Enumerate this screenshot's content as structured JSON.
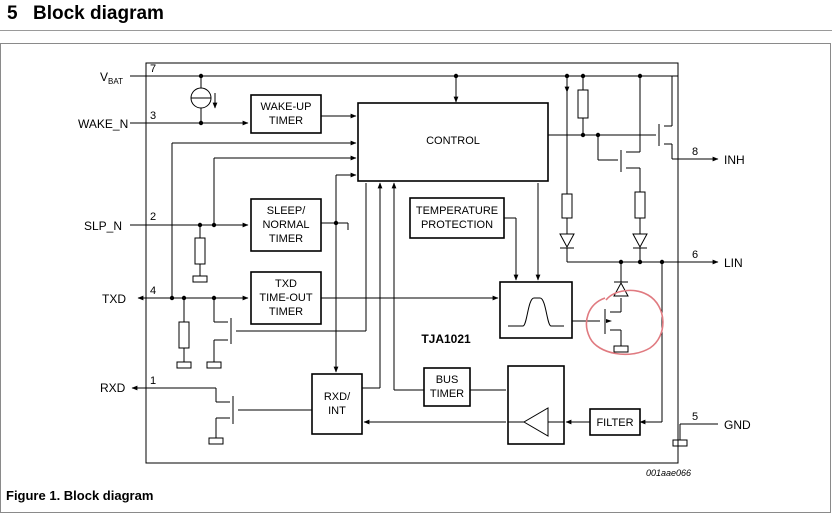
{
  "heading": {
    "number": "5",
    "title": "Block diagram"
  },
  "caption": "Figure 1.  Block diagram",
  "diagram": {
    "chip_name": "TJA1021",
    "drawing_id": "001aae066",
    "blocks": {
      "wake_up_timer": [
        "WAKE-UP",
        "TIMER"
      ],
      "control": [
        "CONTROL"
      ],
      "sleep_normal_timer": [
        "SLEEP/",
        "NORMAL",
        "TIMER"
      ],
      "temperature_protection": [
        "TEMPERATURE",
        "PROTECTION"
      ],
      "txd_timeout_timer": [
        "TXD",
        "TIME-OUT",
        "TIMER"
      ],
      "rxd_int": [
        "RXD/",
        "INT"
      ],
      "bus_timer": [
        "BUS",
        "TIMER"
      ],
      "filter": [
        "FILTER"
      ]
    },
    "pins": {
      "vbat": {
        "main": "V",
        "sub": "BAT",
        "number": "7"
      },
      "wake_n": {
        "label": "WAKE_N",
        "number": "3"
      },
      "slp_n": {
        "label": "SLP_N",
        "number": "2"
      },
      "txd": {
        "label": "TXD",
        "number": "4"
      },
      "rxd": {
        "label": "RXD",
        "number": "1"
      },
      "inh": {
        "label": "INH",
        "number": "8"
      },
      "lin": {
        "label": "LIN",
        "number": "6"
      },
      "gnd": {
        "label": "GND",
        "number": "5"
      }
    },
    "highlight_color": "#e07a80"
  }
}
